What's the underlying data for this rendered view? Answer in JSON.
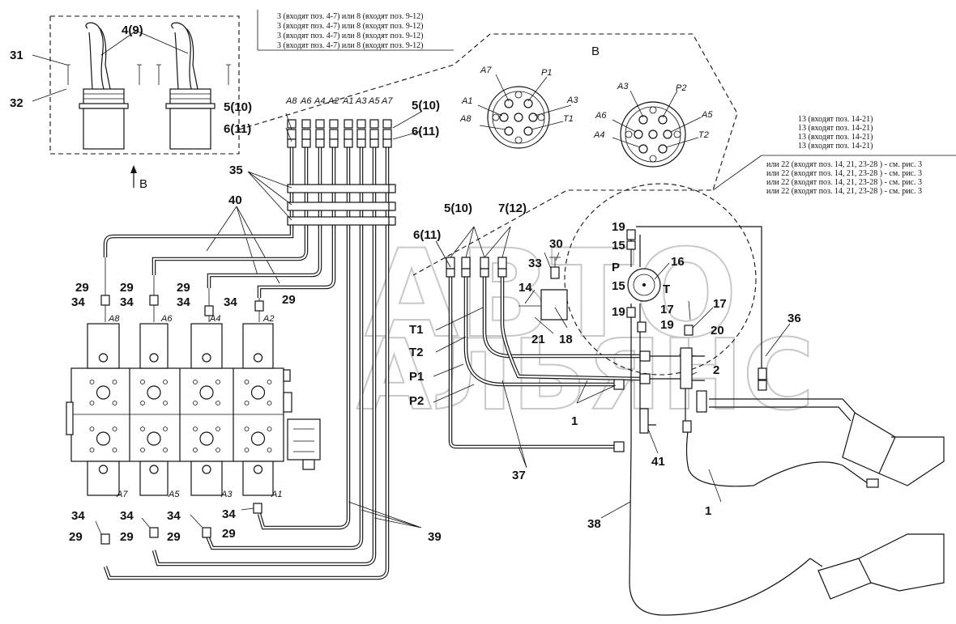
{
  "watermark": {
    "line1": "АВТО",
    "line2": "АЛЬЯНС"
  },
  "view_arrow_label": "В",
  "view_title": "В",
  "notes_top": [
    "3 (входят поз. 4-7) или  8 (входят поз. 9-12)",
    "3 (входят поз. 4-7) или  8 (входят поз. 9-12)",
    "3 (входят поз. 4-7) или  8 (входят поз. 9-12)",
    "3 (входят поз. 4-7) или  8 (входят поз. 9-12)"
  ],
  "notes_right_a": [
    "13 (входят поз. 14-21)",
    "13 (входят поз. 14-21)",
    "13 (входят поз. 14-21)",
    "13 (входят поз. 14-21)"
  ],
  "notes_right_b": [
    "или 22 (входят поз. 14, 21, 23-28 ) - см. рис. 3",
    "или 22 (входят поз. 14, 21, 23-28 ) - см. рис. 3",
    "или 22 (входят поз. 14, 21, 23-28 ) - см. рис. 3",
    "или 22 (входят поз. 14, 21, 23-28 ) - см. рис. 3"
  ],
  "connector_left_labels": {
    "a7": "A7",
    "p1": "P1",
    "a1": "A1",
    "a3": "A3",
    "a8": "A8",
    "t1": "T1"
  },
  "connector_right_labels": {
    "a3": "A3",
    "p2": "P2",
    "a6": "A6",
    "a5": "A5",
    "a4": "A4",
    "t2": "T2"
  },
  "port_row_labels": [
    "A8",
    "A6",
    "A4",
    "A2",
    "A1",
    "A3",
    "A5",
    "A7"
  ],
  "valve_top_labels": [
    "A8",
    "A6",
    "A4",
    "A2"
  ],
  "valve_bottom_labels": [
    "A7",
    "A5",
    "A3",
    "A1"
  ],
  "line_labels": {
    "t1": "T1",
    "t2": "T2",
    "p1": "P1",
    "p2": "P2"
  },
  "rotary_labels": {
    "p": "P",
    "t": "T"
  },
  "callouts": {
    "c4_9": "4(9)",
    "c31": "31",
    "c32": "32",
    "c5_10_l": "5(10)",
    "c6_11_l": "6(11)",
    "c5_10_r": "5(10)",
    "c6_11_r": "6(11)",
    "c35": "35",
    "c40": "40",
    "c29_a": "29",
    "c29_b": "29",
    "c29_c": "29",
    "c29_d": "29",
    "c34_a": "34",
    "c34_b": "34",
    "c34_c": "34",
    "c34_d": "34",
    "c5_10_m": "5(10)",
    "c7_12": "7(12)",
    "c6_11_m": "6(11)",
    "c30": "30",
    "c33": "33",
    "c14": "14",
    "c21": "21",
    "c18": "18",
    "c19_a": "19",
    "c15_a": "15",
    "c16": "16",
    "c15_b": "15",
    "c19_b": "19",
    "c17_a": "17",
    "c19_c": "19",
    "c17_b": "17",
    "c20": "20",
    "c36": "36",
    "c2": "2",
    "c1_a": "1",
    "c1_b": "1",
    "c41": "41",
    "c37": "37",
    "c38": "38",
    "c39": "39",
    "c34_e": "34",
    "c34_f": "34",
    "c34_g": "34",
    "c34_h": "34",
    "c29_e": "29",
    "c29_f": "29",
    "c29_g": "29",
    "c29_h": "29"
  }
}
